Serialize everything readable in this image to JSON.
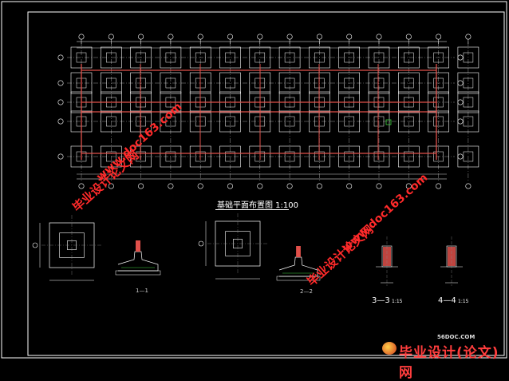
{
  "drawing": {
    "plan_title": "基础平面布置图 1:100",
    "section_3": "3—3",
    "section_3_scale": "1:15",
    "section_4": "4—4",
    "section_4_scale": "1:15",
    "detail_label_1": "1—1",
    "detail_label_2": "2—2",
    "footer_logo": "毕业设计(论文)网",
    "footer_site": "56DOC.COM"
  },
  "watermarks": {
    "cn_1": "毕业设计论文网",
    "url_1": "www.doc163.com",
    "cn_2": "毕业设计论文网",
    "url_2": "www.doc163.com"
  },
  "colors": {
    "background": "#000000",
    "frame": "#ffffff",
    "axis": "#9a9a9a",
    "wall": "#e0504a",
    "footing": "#ffffff",
    "watermark": "#ff2a2a"
  }
}
